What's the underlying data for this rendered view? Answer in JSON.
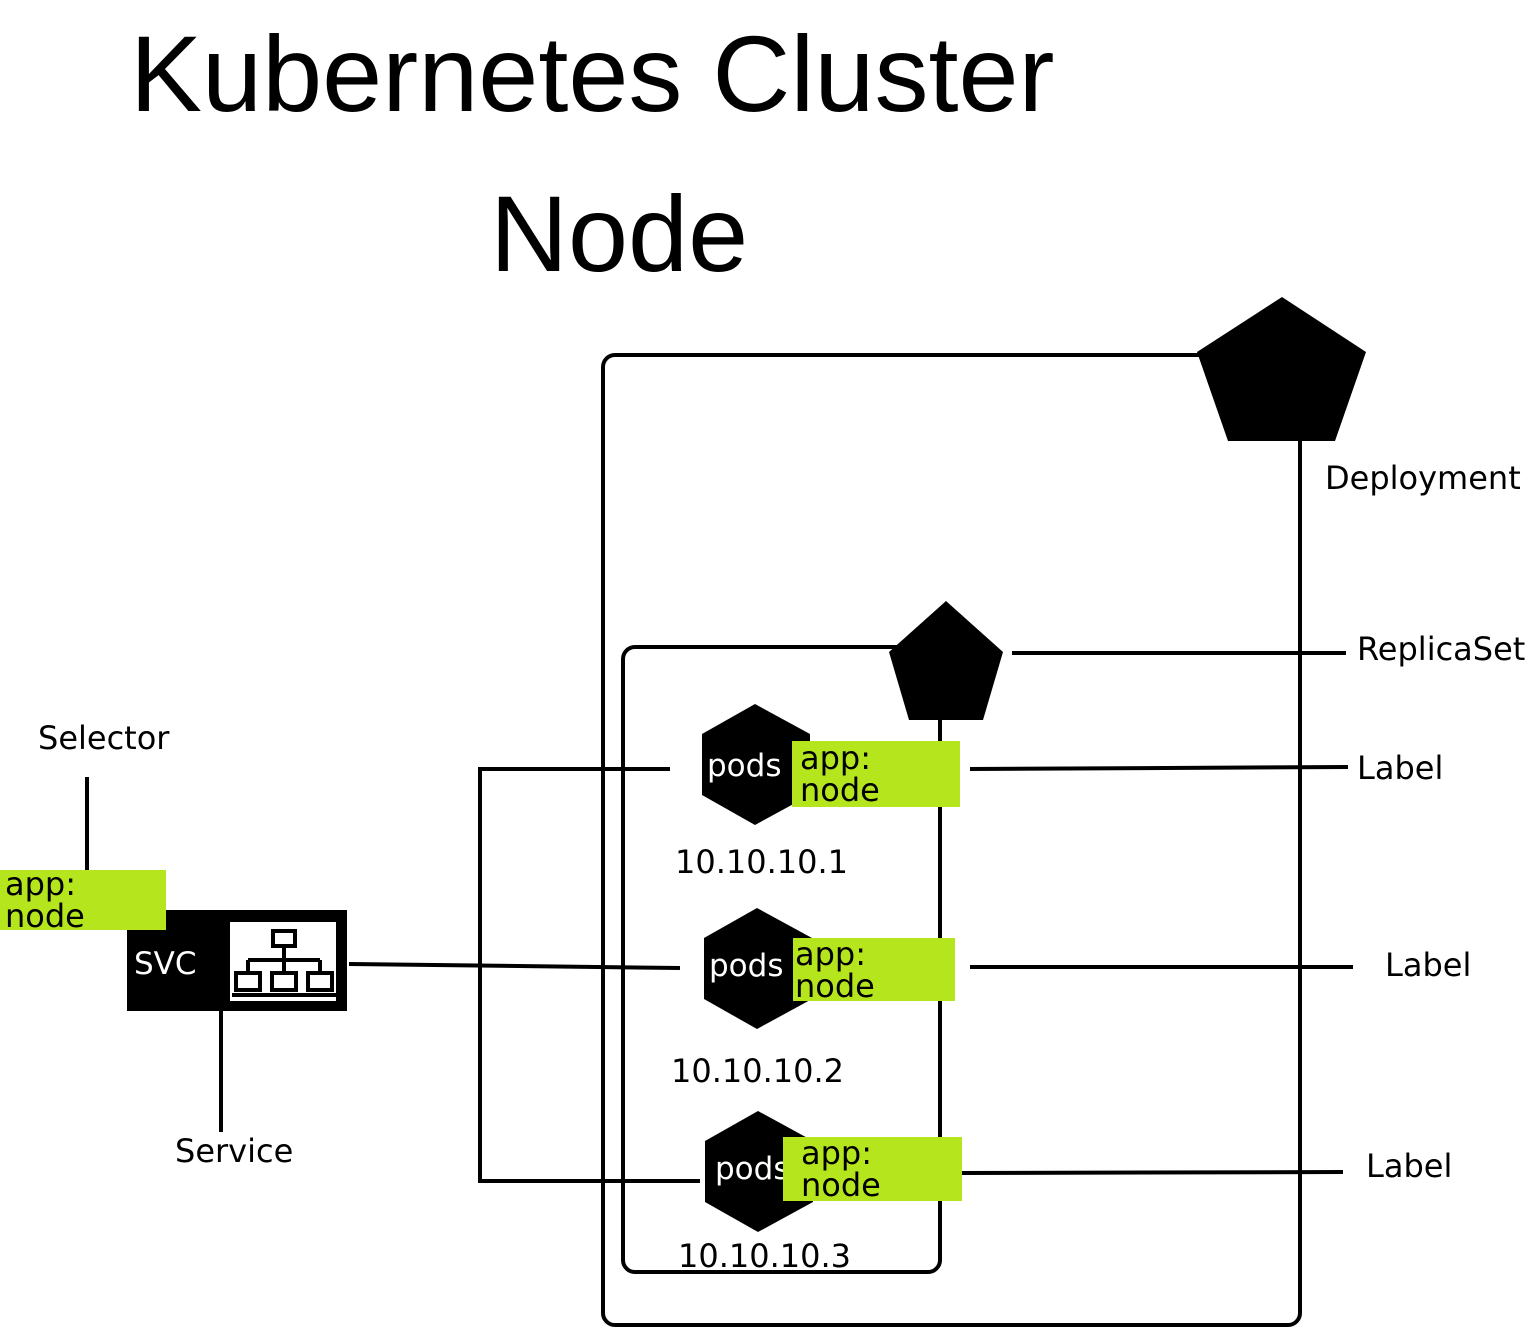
{
  "title": "Kubernetes Cluster",
  "node_title": "Node",
  "labels": {
    "deployment": "Deployment",
    "replicaset": "ReplicaSet",
    "label_1": "Label",
    "label_2": "Label",
    "label_3": "Label",
    "selector": "Selector",
    "service": "Service"
  },
  "selector_tag": "app: node",
  "svc_text": "SVC",
  "pods": [
    {
      "text": "pods",
      "tag": "app: node",
      "ip": "10.10.10.1"
    },
    {
      "text": "pods",
      "tag": "app: node",
      "ip": "10.10.10.2"
    },
    {
      "text": "pods",
      "tag": "app: node",
      "ip": "10.10.10.3"
    }
  ],
  "colors": {
    "tag": "#b5e61d",
    "shape": "#000000"
  },
  "icons": {
    "deployment": "pentagon-icon",
    "replicaset": "pentagon-icon",
    "service": "network-hierarchy-icon",
    "pod": "hexagon-icon"
  }
}
